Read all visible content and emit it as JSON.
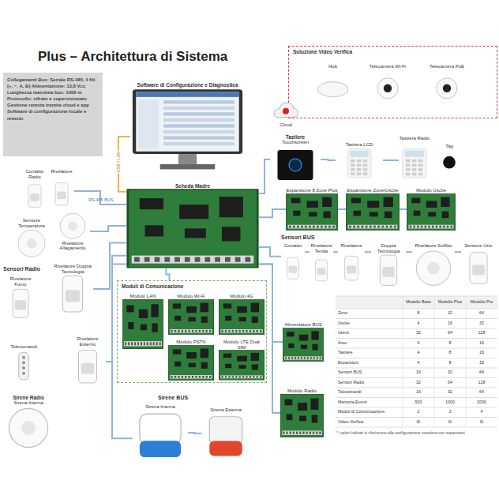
{
  "diagram": {
    "title": "Plus – Architettura di Sistema",
    "nodes": [
      {
        "text": [
          "Collegamenti Bus: Seriale RS-485, 4 fili (+, −, A, B) Alimentazione: 13,8 Vcc Lunghezza massima bus: 1000 m Protocollo: cifrato e supervisionato Gestione remota tramite cloud e app Software di configurazione locale e remoto"
        ]
      },
      {
        "text": [
          "Software di Configurazione e Diagnostica"
        ]
      },
      {
        "text": [
          "Soluzione Video Verifica"
        ]
      },
      {
        "text": [
          "Hub"
        ],
        "in": 2
      },
      {
        "text": [
          "Telecamera Wi-Fi"
        ],
        "in": 2
      },
      {
        "text": [
          "Telecamera PoE"
        ],
        "in": 2
      },
      {
        "text": [
          "Cloud"
        ]
      },
      {
        "text": [
          "Scheda Madre"
        ]
      },
      {
        "text": [
          "Tastiere",
          "Touchscreen"
        ]
      },
      {
        "text": [
          "Tastiera LCD"
        ]
      },
      {
        "text": [
          "Tastiera Radio"
        ]
      },
      {
        "text": [
          "Tag"
        ]
      },
      {
        "text": [
          "Espansione 8 Zone Plus"
        ]
      },
      {
        "text": [
          "Espansione Zone/Uscite"
        ]
      },
      {
        "text": [
          "Modulo Uscite"
        ]
      },
      {
        "text": [
          "Contatto"
        ]
      },
      {
        "text": [
          "Rivelatore Tenda"
        ]
      },
      {
        "text": [
          "Rivelatore"
        ]
      },
      {
        "text": [
          "Doppia Tecnologia"
        ]
      },
      {
        "text": [
          "Rivelatore Soffitto"
        ]
      },
      {
        "text": [
          "Sensore Urto"
        ]
      },
      {
        "text": [
          "Moduli di Comunicazione"
        ]
      },
      {
        "text": [
          "Modulo LAN"
        ],
        "in": 21
      },
      {
        "text": [
          "Modulo Wi-Fi"
        ],
        "in": 21
      },
      {
        "text": [
          "Modulo PSTN"
        ],
        "in": 21
      },
      {
        "text": [
          "Modulo 4G"
        ],
        "in": 21
      },
      {
        "text": [
          "Modulo LTE Dual SIM"
        ],
        "in": 21
      },
      {
        "text": [
          "Alimentatore BUS"
        ]
      },
      {
        "text": [
          "Modulo Radio"
        ]
      },
      {
        "text": [
          "Sirena Interna"
        ]
      },
      {
        "text": [
          "Sirena Esterna"
        ]
      },
      {
        "text": [
          "Contatto Radio"
        ]
      },
      {
        "text": [
          "Rivelatore"
        ]
      },
      {
        "text": [
          "Sensore Temperatura"
        ]
      },
      {
        "text": [
          "Rivelatore Allagamento"
        ]
      },
      {
        "text": [
          "Rivelatore Fumo"
        ]
      },
      {
        "text": [
          "Rivelatore Doppia Tecnologia"
        ]
      },
      {
        "text": [
          "Telecomandi"
        ]
      },
      {
        "text": [
          "Rivelatore Esterno"
        ]
      },
      {
        "text": [
          "Sirene Radio",
          "Sirena Interna"
        ]
      }
    ],
    "edges": [
      {
        "from": 7,
        "to": 1,
        "label": "USB / LAN",
        "arrow": "none"
      },
      {
        "from": 7,
        "to": 8,
        "arrow": "none"
      },
      {
        "from": 8,
        "to": 9,
        "arrow": "none"
      },
      {
        "from": 9,
        "to": 10,
        "arrow": "none"
      },
      {
        "from": 7,
        "to": 12,
        "arrow": "none"
      },
      {
        "from": 12,
        "to": 13,
        "arrow": "none"
      },
      {
        "from": 13,
        "to": 14,
        "arrow": "none"
      },
      {
        "from": 7,
        "to": 15,
        "arrow": "none"
      },
      {
        "from": 15,
        "to": 16,
        "arrow": "none"
      },
      {
        "from": 16,
        "to": 17,
        "arrow": "none"
      },
      {
        "from": 17,
        "to": 18,
        "arrow": "none"
      },
      {
        "from": 18,
        "to": 19,
        "arrow": "none"
      },
      {
        "from": 19,
        "to": 20,
        "arrow": "none"
      },
      {
        "from": 7,
        "to": 21,
        "arrow": "none"
      },
      {
        "from": 7,
        "to": 27,
        "arrow": "none"
      },
      {
        "from": 7,
        "to": 28,
        "arrow": "none"
      },
      {
        "from": 7,
        "to": 29,
        "arrow": "none"
      },
      {
        "from": 29,
        "to": 30,
        "arrow": "none"
      },
      {
        "from": 7,
        "to": 32,
        "arrow": "none"
      },
      {
        "from": 7,
        "to": 34,
        "arrow": "none"
      },
      {
        "from": 7,
        "to": 36,
        "arrow": "none"
      },
      {
        "from": 7,
        "to": 38,
        "arrow": "none"
      }
    ],
    "labels": [
      "Sensori BUS",
      "Sirene BUS",
      "RS-485 BUS",
      "Sensori Radio",
      "Modello Base",
      "Modello Plus",
      "Modello Pro",
      "Zone",
      "8",
      "32",
      "64",
      "Uscite",
      "4",
      "16",
      "32",
      "Utenti",
      "32",
      "64",
      "128",
      "Aree",
      "4",
      "8",
      "16",
      "Tastiere",
      "4",
      "8",
      "16",
      "Espansioni",
      "4",
      "8",
      "16",
      "Sensori BUS",
      "16",
      "32",
      "64",
      "Sensori Radio",
      "32",
      "64",
      "128",
      "Telecomandi",
      "16",
      "32",
      "64",
      "Memoria Eventi",
      "500",
      "1000",
      "2000",
      "Moduli di Comunicazione",
      "2",
      "3",
      "4",
      "Video Verifica",
      "Sì",
      "Sì",
      "Sì",
      "* I valori indicati si riferiscono alla configurazione massima con espansioni"
    ]
  }
}
